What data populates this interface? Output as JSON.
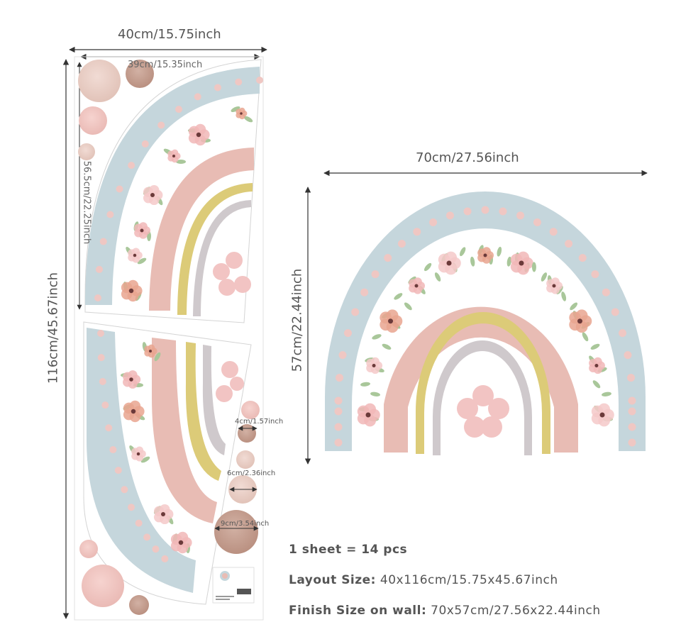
{
  "sheet": {
    "outer_width_label": "40cm/15.75inch",
    "inner_width_label": "39cm/15.35inch",
    "height_label": "116cm/45.67inch",
    "arc_height_label": "56.5cm/22.25inch",
    "circle_labels": {
      "small": "4cm/1.57inch",
      "medium": "6cm/2.36inch",
      "large": "9cm/3.54inch"
    }
  },
  "finished": {
    "width_label": "70cm/27.56inch",
    "height_label": "57cm/22.44inch"
  },
  "info": {
    "pieces": "1 sheet = 14 pcs",
    "layout_label": "Layout Size:",
    "layout_value": "40x116cm/15.75x45.67inch",
    "finish_label": "Finish Size on wall:",
    "finish_value": "70x57cm/27.56x22.44inch"
  },
  "colors": {
    "blue_band": "#c5d6dc",
    "dots": "#efc7c3",
    "pink_band": "#e8bcb4",
    "yellow_band": "#dccb78",
    "gray_band": "#cfc9cc",
    "flower": "#f2c4c3",
    "circle_brown": "#c39c8d"
  }
}
